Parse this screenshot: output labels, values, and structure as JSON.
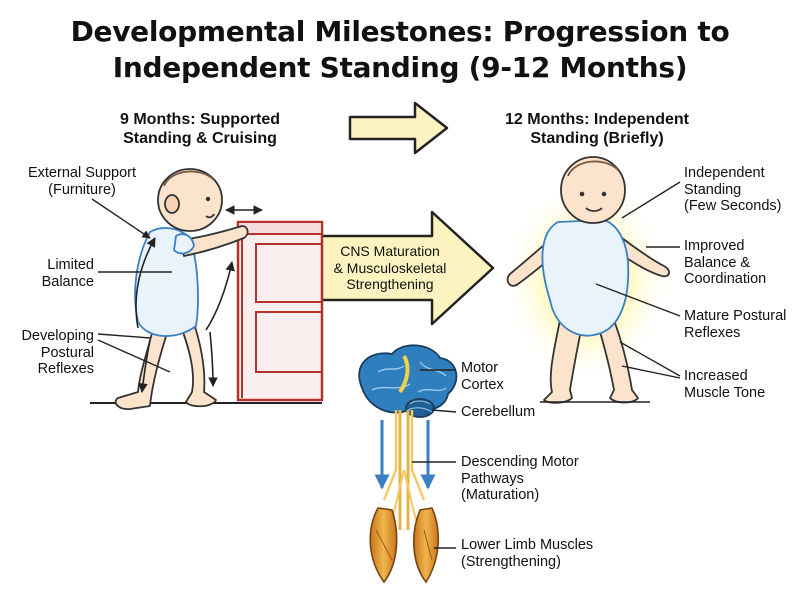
{
  "title": "Developmental Milestones: Progression to Independent Standing (9-12 Months)",
  "stages": {
    "left_title": "9 Months: Supported\nStanding & Cruising",
    "right_title": "12 Months: Independent\nStanding (Briefly)"
  },
  "left_labels": {
    "external_support": "External Support\n(Furniture)",
    "limited_balance": "Limited\nBalance",
    "developing_reflexes": "Developing\nPostural\nReflexes"
  },
  "center": {
    "mechanism": "CNS Maturation\n& Musculoskeletal\nStrengthening"
  },
  "right_labels": {
    "independent_standing": "Independent\nStanding\n(Few Seconds)",
    "balance": "Improved\nBalance &\nCoordination",
    "mature_reflexes": "Mature Postural\nReflexes",
    "muscle_tone": "Increased\nMuscle Tone"
  },
  "neuro_labels": {
    "motor_cortex": "Motor\nCortex",
    "cerebellum": "Cerebellum",
    "pathways": "Descending Motor\nPathways\n(Maturation)",
    "muscles": "Lower Limb Muscles\n(Strengthening)"
  },
  "colors": {
    "arrow_fill": "#fdf3c0",
    "glow": "#fff27a",
    "brain": "#2f7fbf",
    "muscle": "#e8a33a",
    "down_arrow": "#3a7fc4",
    "furniture": "#b4322a",
    "skin": "#fbe3cc",
    "onesie": "#e8f3fb"
  }
}
